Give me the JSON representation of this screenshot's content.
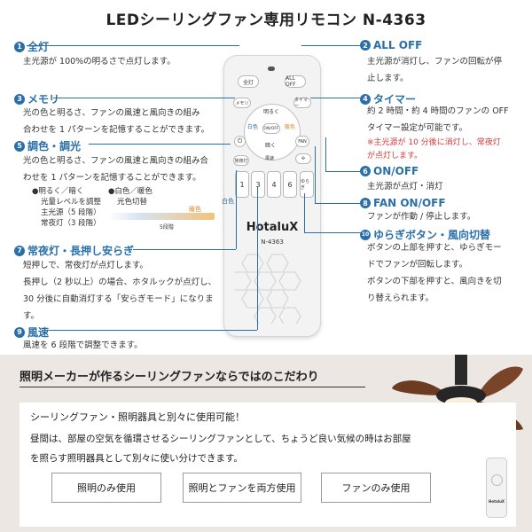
{
  "title": "LEDシーリングファン専用リモコン N-4363",
  "remote": {
    "brand": "HotaluX",
    "model": "N-4363",
    "btn_full": "全灯",
    "btn_alloff": "ALL OFF",
    "btn_memory": "メモリ",
    "btn_timer": "タイマー",
    "btn_bright": "明るく",
    "btn_dim": "暗く",
    "btn_white": "白色",
    "btn_warm": "暖色",
    "btn_onoff": "ON/OFF",
    "btn_fan": "FAN",
    "btn_nightlight": "常夜灯",
    "btn_speed": "風速",
    "keys": [
      "1",
      "3",
      "4",
      "6"
    ],
    "btn_yuragi": "ゆらぎ"
  },
  "sections": {
    "s1": {
      "num": "1",
      "head": "全灯",
      "body": [
        "主光源が 100%の明るさで点灯します。"
      ]
    },
    "s3": {
      "num": "3",
      "head": "メモリ",
      "body": [
        "光の色と明るさ、ファンの風速と風向きの組み",
        "合わせを 1 パターンを記憶することができます。"
      ]
    },
    "s5": {
      "num": "5",
      "head": "調色・調光",
      "body": [
        "光の色と明るさ、ファンの風速と風向きの組み合",
        "わせを 1 パターンを記憶することができます。"
      ],
      "legend_bright": "●明るく／暗く",
      "legend_level": "光量レベルを調整",
      "legend_main": "主光源（5 段階）",
      "legend_night": "常夜灯（3 段階）",
      "legend_color": "●白色／暖色",
      "legend_switch": "光色切替",
      "bar_white": "白色",
      "bar_warm": "暖色",
      "bar_steps": "5段階"
    },
    "s7": {
      "num": "7",
      "head": "常夜灯・長押し安らぎ",
      "body": [
        "短押しで、常夜灯が点灯します。",
        "長押し（2 秒以上）の場合、ホタルックが点灯し、",
        "30 分後に自動消灯する「安らぎモード」になりま",
        "す。"
      ]
    },
    "s9": {
      "num": "9",
      "head": "風速",
      "body": [
        "風速を 6 段階で調整できます。"
      ]
    },
    "s2": {
      "num": "2",
      "head": "ALL OFF",
      "body": [
        "主光源が消灯し、ファンの回転が停",
        "止します。"
      ]
    },
    "s4": {
      "num": "4",
      "head": "タイマー",
      "body": [
        "約 2 時間・約 4 時間のファンの OFF",
        "タイマー設定が可能です。"
      ],
      "note": [
        "※主光源が 10 分後に消灯し、常夜灯",
        "が点灯します。"
      ]
    },
    "s6": {
      "num": "6",
      "head": "ON/OFF",
      "body": [
        "主光源が点灯・消灯"
      ]
    },
    "s8": {
      "num": "8",
      "head": "FAN ON/OFF",
      "body": [
        "ファンが作動 / 停止します。"
      ]
    },
    "s10": {
      "num": "10",
      "head": "ゆらぎボタン・風向切替",
      "body": [
        "ボタンの上部を押すと、ゆらぎモー",
        "ドでファンが回転します。",
        "ボタンの下部を押すと、風向きを切",
        "り替えられます。"
      ]
    }
  },
  "lower": {
    "heading": "照明メーカーが作るシーリングファンならではのこだわり",
    "sub": "シーリングファン・照明器具と別々に使用可能！",
    "text": [
      "昼間は、部屋の空気を循環させるシーリングファンとして、ちょうど良い気候の時はお部屋",
      "を照らす照明器具として別々に使い分けできます。"
    ],
    "buttons": [
      "照明のみ使用",
      "照明とファンを両方使用",
      "ファンのみ使用"
    ],
    "mini_brand": "HotaluX"
  },
  "colors": {
    "accent": "#2a6fa8",
    "note_red": "#d63a3a",
    "lower_bg": "#ece7e3",
    "fan_blade": "#6b3b22"
  }
}
